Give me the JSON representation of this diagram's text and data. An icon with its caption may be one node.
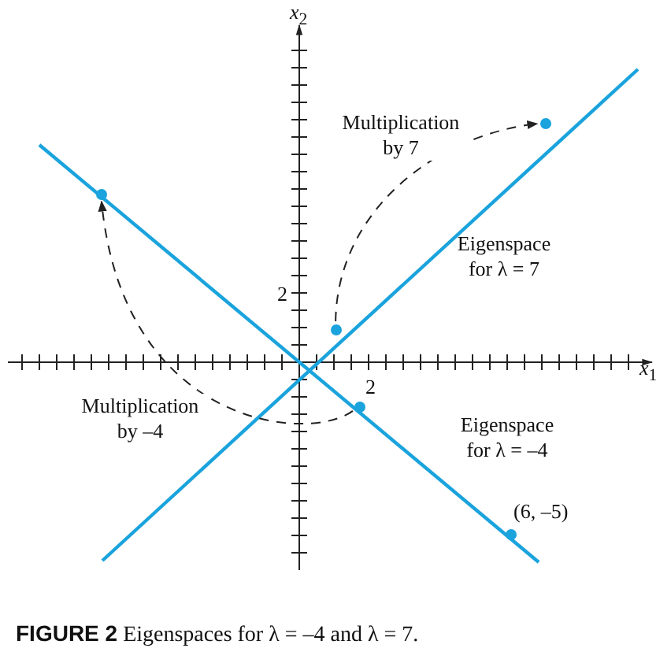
{
  "diagram": {
    "caption": "**FIGURE 2** Eigenspaces for λ = –4 and λ = 7.",
    "nodes": [
      {
        "text": [],
        "shape": "circle"
      },
      {
        "text": [],
        "shape": "circle"
      },
      {
        "text": [],
        "shape": "circle"
      },
      {
        "text": [],
        "shape": "circle"
      },
      {
        "text": [],
        "shape": "circle",
        "beside": [
          "(6, –5)"
        ]
      }
    ],
    "edges": [
      {
        "from": 0,
        "to": 1,
        "arrow": "to",
        "style": "dashed",
        "label": "Multiplication by 7"
      },
      {
        "from": 2,
        "to": 3,
        "arrow": "to",
        "style": "dashed",
        "label": "Multiplication by –4"
      }
    ],
    "labels": [
      "*x*$_{2}$",
      "*x*$_{1}$",
      "2",
      "2",
      "Eigenspace for λ = 7",
      "Eigenspace for λ = –4"
    ]
  }
}
